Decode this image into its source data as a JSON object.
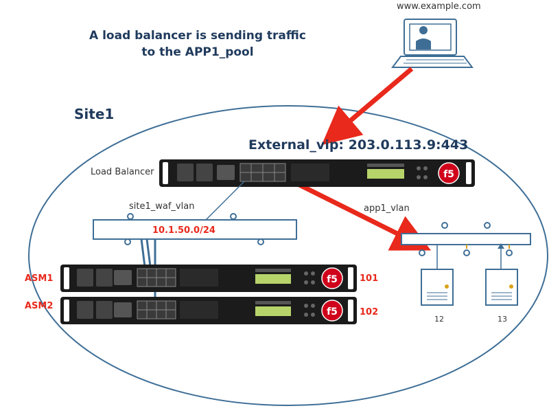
{
  "caption": "A load balancer is sending traffic to the APP1_pool",
  "client_url": "www.example.com",
  "site_label": "Site1",
  "virtual_server": "External_vip: 203.0.113.9:443",
  "load_balancer_label": "Load Balancer",
  "waf_vlan_label": "site1_waf_vlan",
  "waf_subnet": "10.1.50.0/24",
  "app_vlan_label": "app1_vlan",
  "asm_devices": [
    {
      "name": "ASM1",
      "id": "101"
    },
    {
      "name": "ASM2",
      "id": "102"
    }
  ],
  "servers": [
    {
      "label": "12"
    },
    {
      "label": "13"
    }
  ],
  "colors": {
    "arrow": "#e8291c",
    "heading": "#1f3a5c",
    "network": "#3e6e96",
    "chassis": "#1b1b1b",
    "f5_logo": "#d0021b",
    "lcd": "#b7d46a",
    "port_accent": "#d9a21b"
  },
  "icons": {
    "client": "computer-user-icon",
    "device_logo": "f5-logo-icon",
    "server": "server-icon"
  }
}
